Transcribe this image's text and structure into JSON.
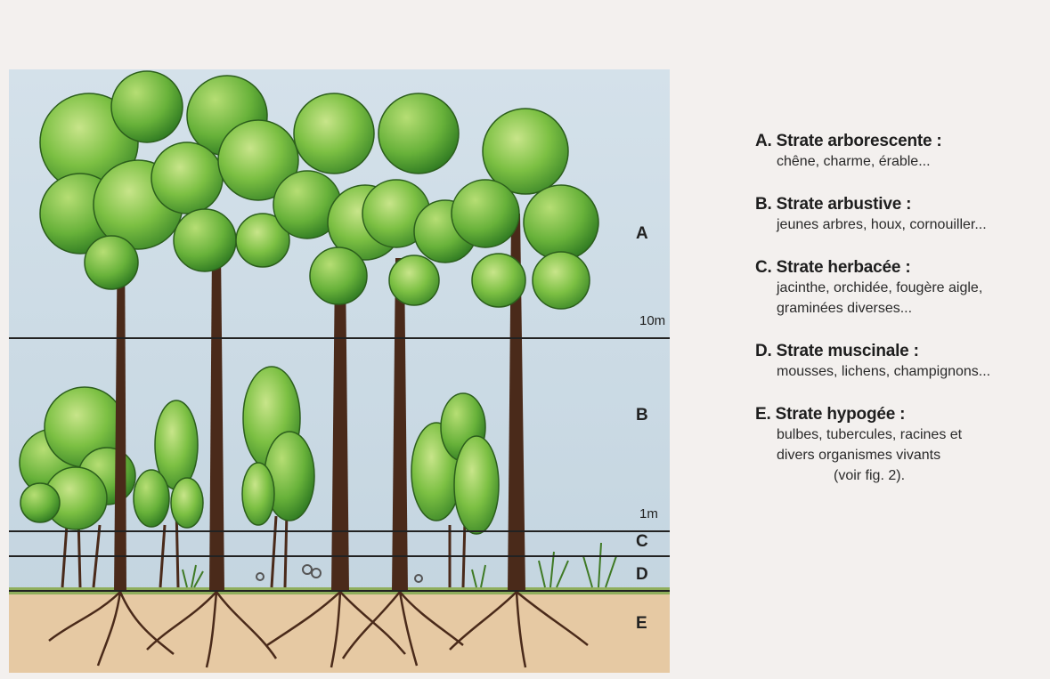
{
  "levels": [
    {
      "letter": "A",
      "height_label": "10m"
    },
    {
      "letter": "B",
      "height_label": "1m"
    },
    {
      "letter": "C",
      "height_label": ""
    },
    {
      "letter": "D",
      "height_label": ""
    },
    {
      "letter": "E",
      "height_label": ""
    }
  ],
  "legend": [
    {
      "title": "A. Strate arborescente :",
      "desc": "chêne, charme, érable..."
    },
    {
      "title": "B. Strate arbustive :",
      "desc": "jeunes arbres, houx, cornouiller..."
    },
    {
      "title": "C. Strate herbacée :",
      "desc": "jacinthe, orchidée, fougère aigle,\ngraminées diverses..."
    },
    {
      "title": "D. Strate muscinale :",
      "desc": "mousses, lichens, champignons..."
    },
    {
      "title": "E. Strate hypogée :",
      "desc": "bulbes, tubercules, racines et\ndivers organismes vivants\n(voir fig. 2)."
    }
  ],
  "colors": {
    "sky": "#cfdde6",
    "soil": "#e6c9a3",
    "foliage_light": "#a8d66a",
    "foliage_mid": "#6fb73f",
    "foliage_dark": "#3f8a2a",
    "trunk": "#4a2a1a"
  }
}
